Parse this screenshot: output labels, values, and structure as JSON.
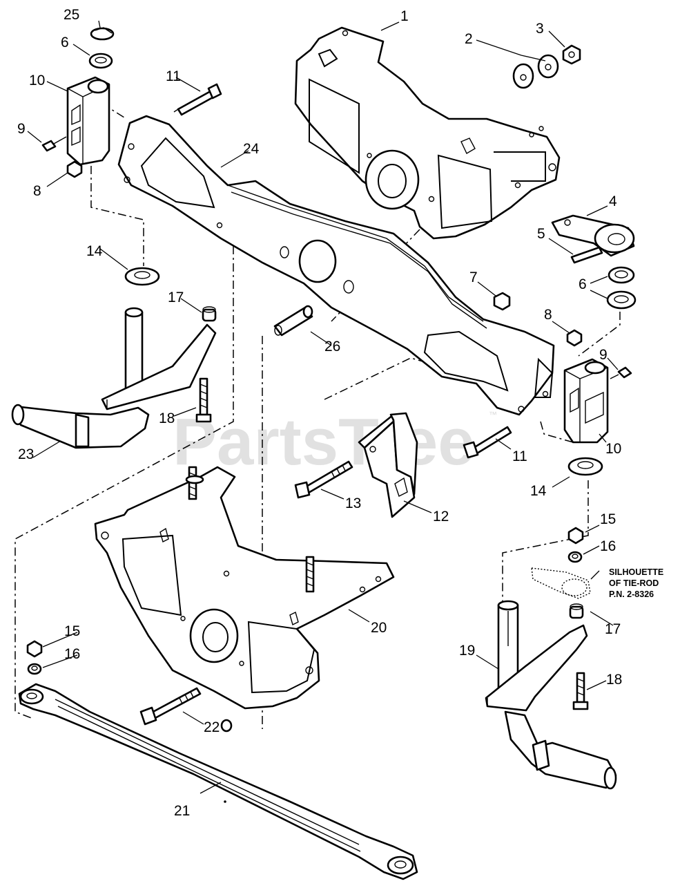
{
  "diagram": {
    "watermark": "PartsTree",
    "watermark_tm": "™",
    "callouts": [
      {
        "id": "c1",
        "text": "1"
      },
      {
        "id": "c2",
        "text": "2"
      },
      {
        "id": "c3",
        "text": "3"
      },
      {
        "id": "c4",
        "text": "4"
      },
      {
        "id": "c5",
        "text": "5"
      },
      {
        "id": "c6a",
        "text": "6"
      },
      {
        "id": "c6b",
        "text": "6"
      },
      {
        "id": "c7",
        "text": "7"
      },
      {
        "id": "c8a",
        "text": "8"
      },
      {
        "id": "c8b",
        "text": "8"
      },
      {
        "id": "c9a",
        "text": "9"
      },
      {
        "id": "c9b",
        "text": "9"
      },
      {
        "id": "c10a",
        "text": "10"
      },
      {
        "id": "c10b",
        "text": "10"
      },
      {
        "id": "c11a",
        "text": "11"
      },
      {
        "id": "c11b",
        "text": "11"
      },
      {
        "id": "c12",
        "text": "12"
      },
      {
        "id": "c13",
        "text": "13"
      },
      {
        "id": "c14a",
        "text": "14"
      },
      {
        "id": "c14b",
        "text": "14"
      },
      {
        "id": "c15a",
        "text": "15"
      },
      {
        "id": "c15b",
        "text": "15"
      },
      {
        "id": "c16a",
        "text": "16"
      },
      {
        "id": "c16b",
        "text": "16"
      },
      {
        "id": "c17a",
        "text": "17"
      },
      {
        "id": "c17b",
        "text": "17"
      },
      {
        "id": "c18a",
        "text": "18"
      },
      {
        "id": "c18b",
        "text": "18"
      },
      {
        "id": "c19",
        "text": "19"
      },
      {
        "id": "c20",
        "text": "20"
      },
      {
        "id": "c21",
        "text": "21"
      },
      {
        "id": "c22",
        "text": "22"
      },
      {
        "id": "c23",
        "text": "23"
      },
      {
        "id": "c24",
        "text": "24"
      },
      {
        "id": "c25",
        "text": "25"
      },
      {
        "id": "c26",
        "text": "26"
      }
    ],
    "silhouette_note": [
      "SILHOUETTE",
      "OF TIE-ROD",
      "P.N. 2-8326"
    ]
  }
}
